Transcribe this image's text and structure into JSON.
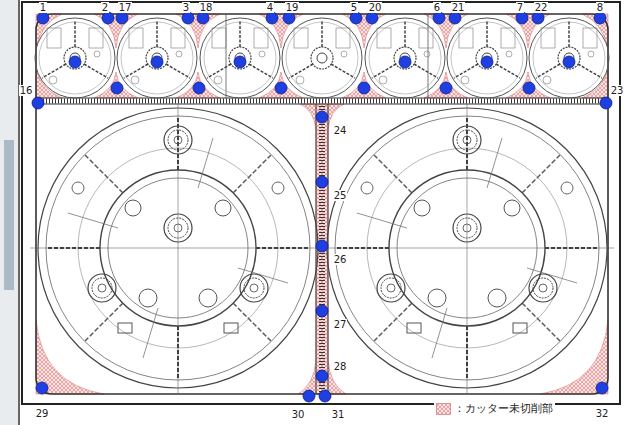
{
  "diagram": {
    "labels": [
      "1",
      "2",
      "17",
      "3",
      "18",
      "4",
      "19",
      "5",
      "20",
      "6",
      "21",
      "7",
      "22",
      "8",
      "16",
      "23",
      "24",
      "25",
      "26",
      "27",
      "28",
      "29",
      "30",
      "31",
      "32"
    ],
    "legend": [
      {
        "text": "：カッター未切削部"
      }
    ]
  }
}
